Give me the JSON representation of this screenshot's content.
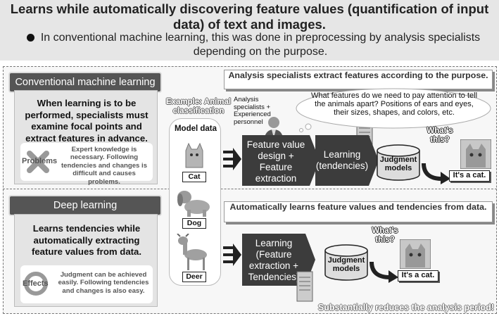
{
  "header": {
    "title": "Learns while automatically discovering feature values (quantification of input data) of text and images.",
    "bullet": "In conventional machine learning, this was done in preprocessing by analysis specialists depending on the purpose."
  },
  "conventional": {
    "tab": "Conventional machine learning",
    "description": "When learning is to be performed, specialists must examine focal points and extract features in advance.",
    "problems_label": "Problems",
    "problems_text": "Expert knowledge is necessary. Following tendencies and changes is difficult and causes problems.",
    "banner": "Analysis specialists extract features according to the purpose.",
    "analyst_note": "Analysis specialists + Experienced personnel",
    "question_cloud": "What features do we need to pay attention to tell the animals apart? Positions of ears and eyes, their sizes, shapes, and colors, etc.",
    "feature_box": [
      "Feature value",
      "design +",
      "Feature",
      "extraction"
    ],
    "learning_box": [
      "Learning",
      "(tendencies)"
    ],
    "models_label": "Judgment models",
    "whats_this": "What's this?",
    "answer": "It's a cat."
  },
  "example": {
    "label": "Example: Animal classification",
    "model_data_title": "Model data",
    "animals": [
      "Cat",
      "Dog",
      "Deer"
    ]
  },
  "deep": {
    "tab": "Deep learning",
    "description": "Learns tendencies while automatically extracting feature values from data.",
    "effects_label": "Effects",
    "effects_text": "Judgment can be achieved easily. Following tendencies and changes is also easy.",
    "banner": "Automatically learns feature values and tendencies from data.",
    "learning_box": [
      "Learning",
      "(Feature",
      "extraction +",
      "Tendencies)"
    ],
    "models_label": "Judgment models",
    "whats_this": "What's this?",
    "answer": "It's a cat.",
    "footer": "Substantially reduces the analysis period!"
  }
}
